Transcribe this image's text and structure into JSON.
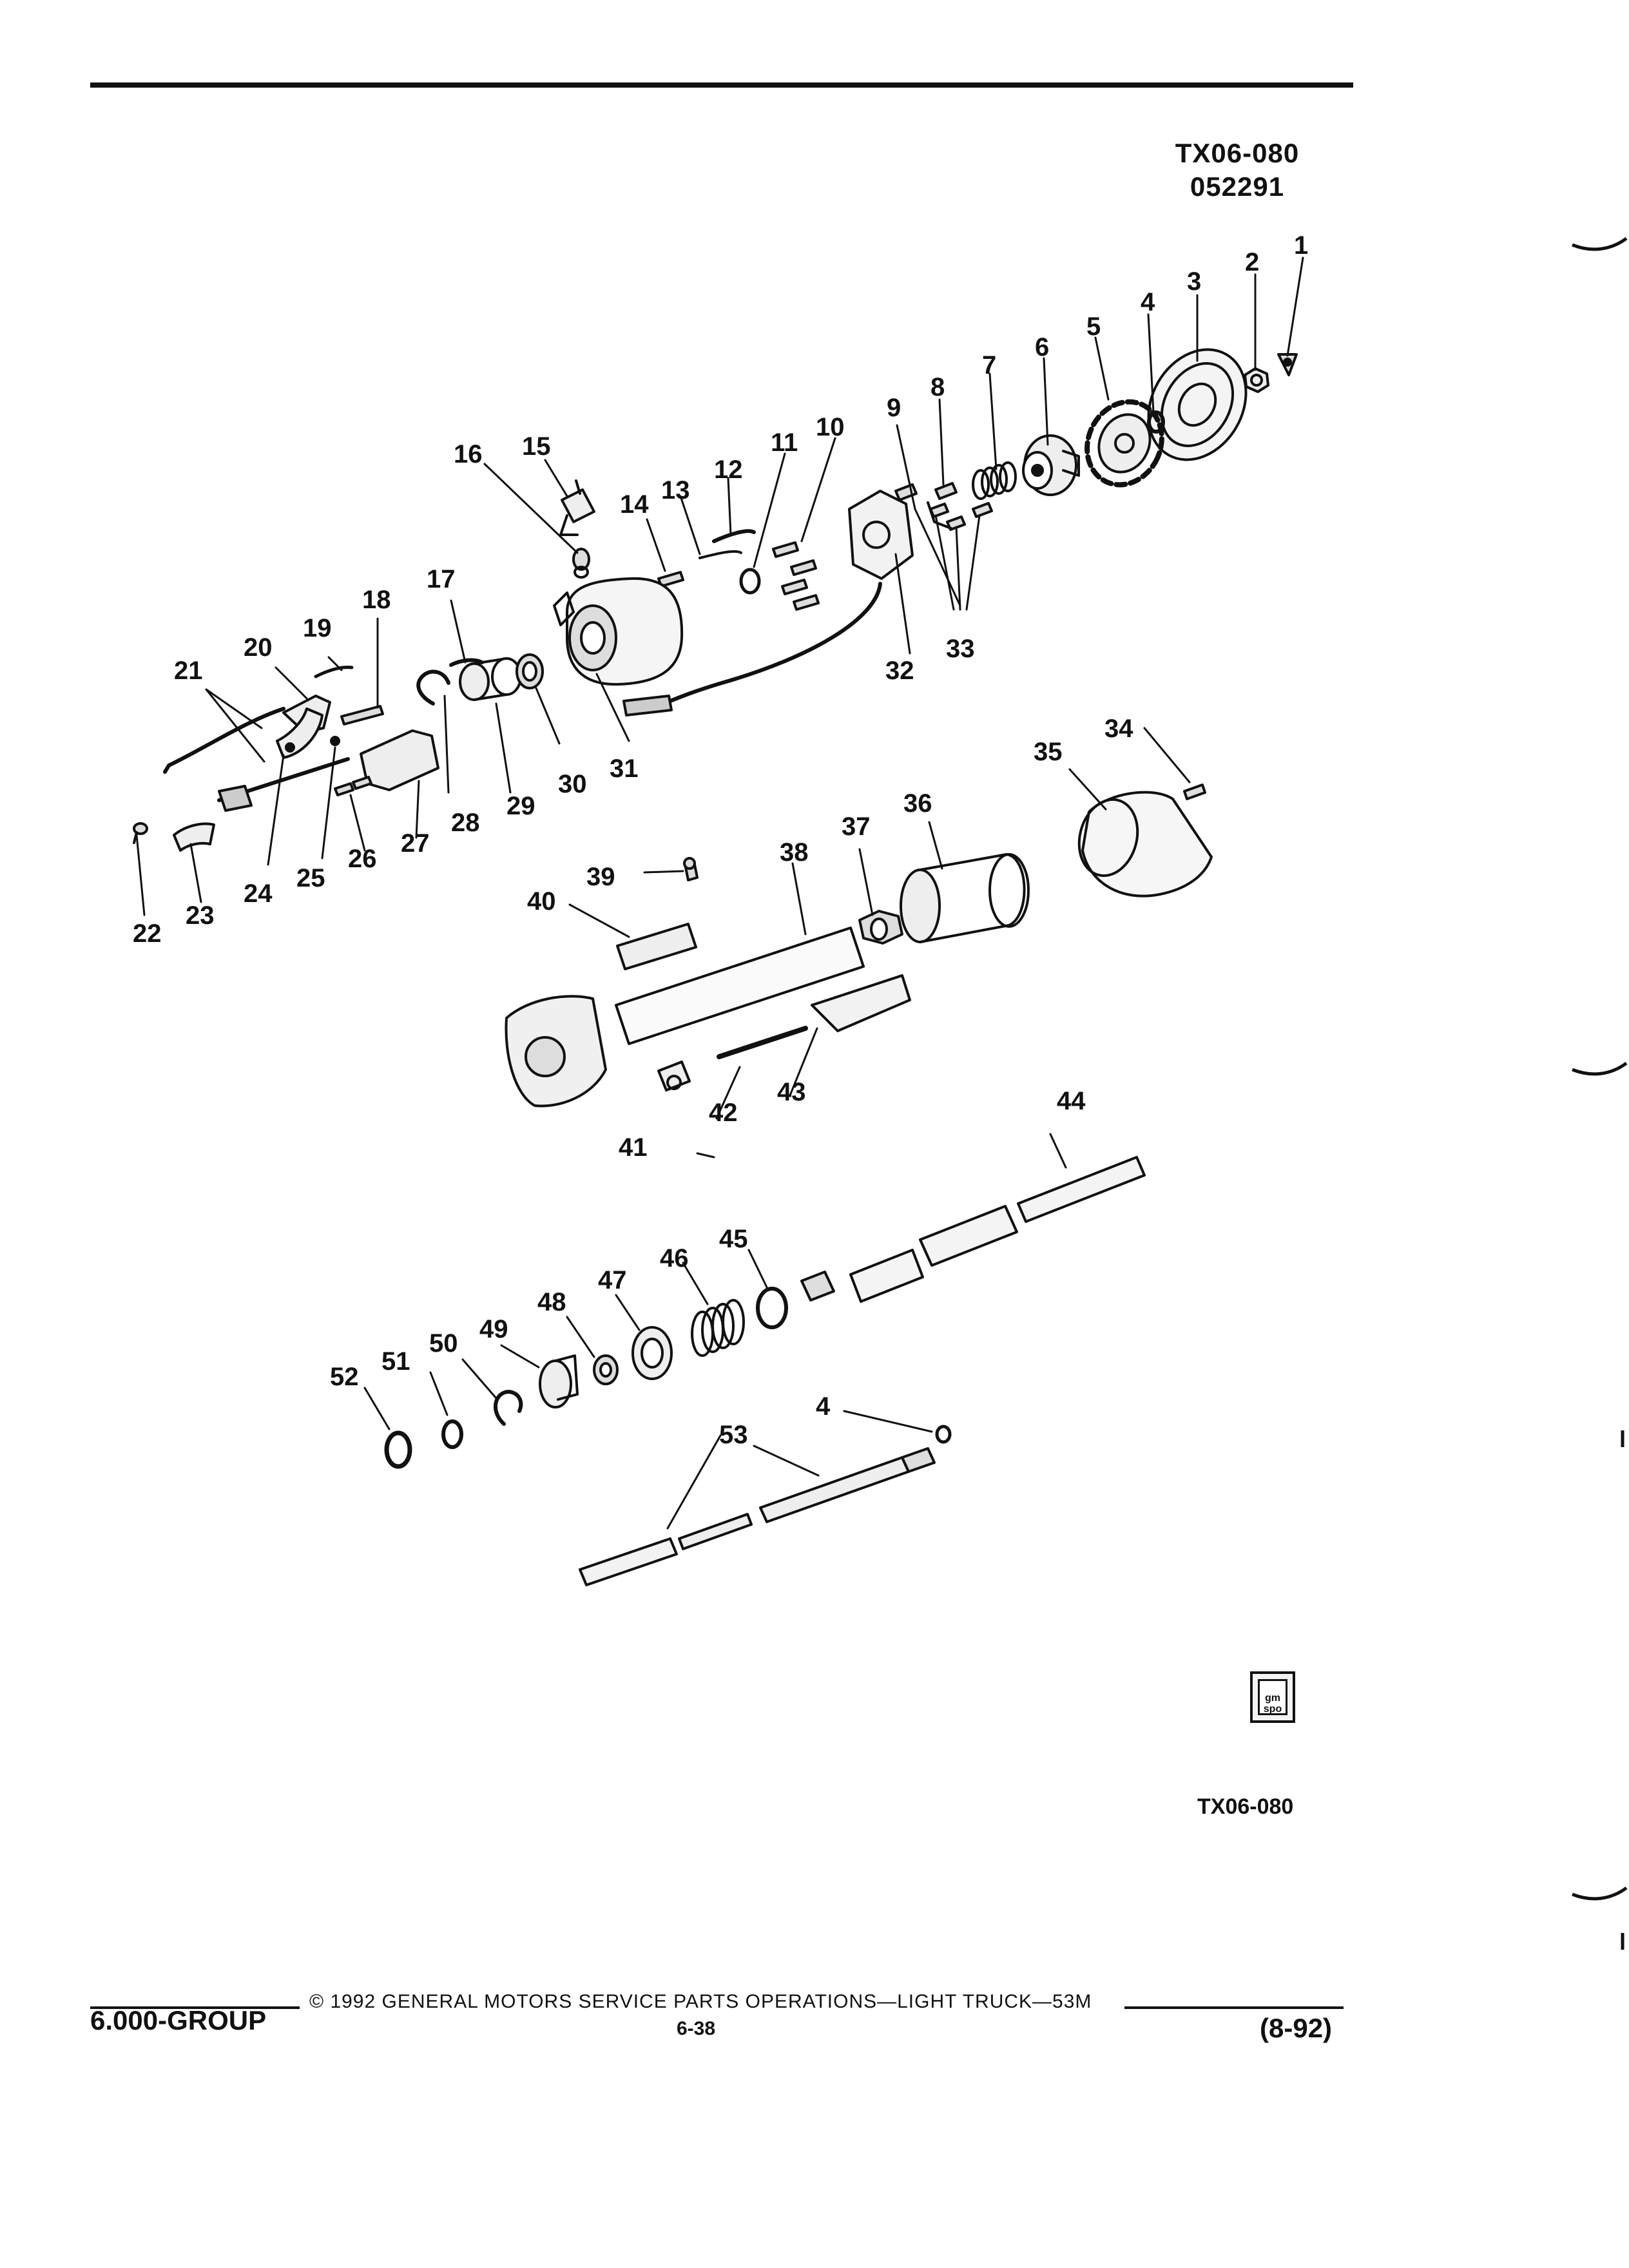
{
  "header": {
    "ref_code": "TX06-080",
    "ref_number": "052291"
  },
  "callouts": [
    "1",
    "2",
    "3",
    "4",
    "5",
    "6",
    "7",
    "8",
    "9",
    "10",
    "11",
    "12",
    "13",
    "14",
    "15",
    "16",
    "17",
    "18",
    "19",
    "20",
    "21",
    "22",
    "23",
    "24",
    "25",
    "26",
    "27",
    "28",
    "29",
    "30",
    "31",
    "32",
    "33",
    "34",
    "35",
    "36",
    "37",
    "38",
    "39",
    "40",
    "41",
    "42",
    "43",
    "44",
    "45",
    "46",
    "47",
    "48",
    "49",
    "50",
    "51",
    "52",
    "53",
    "4"
  ],
  "figure_code": "TX06-080",
  "badge": {
    "line1": "gm",
    "line2": "spo"
  },
  "footer": {
    "group": "6.000-GROUP",
    "copyright": "© 1992 GENERAL MOTORS SERVICE PARTS OPERATIONS—LIGHT TRUCK—53M",
    "page": "6-38",
    "date": "(8-92)"
  }
}
